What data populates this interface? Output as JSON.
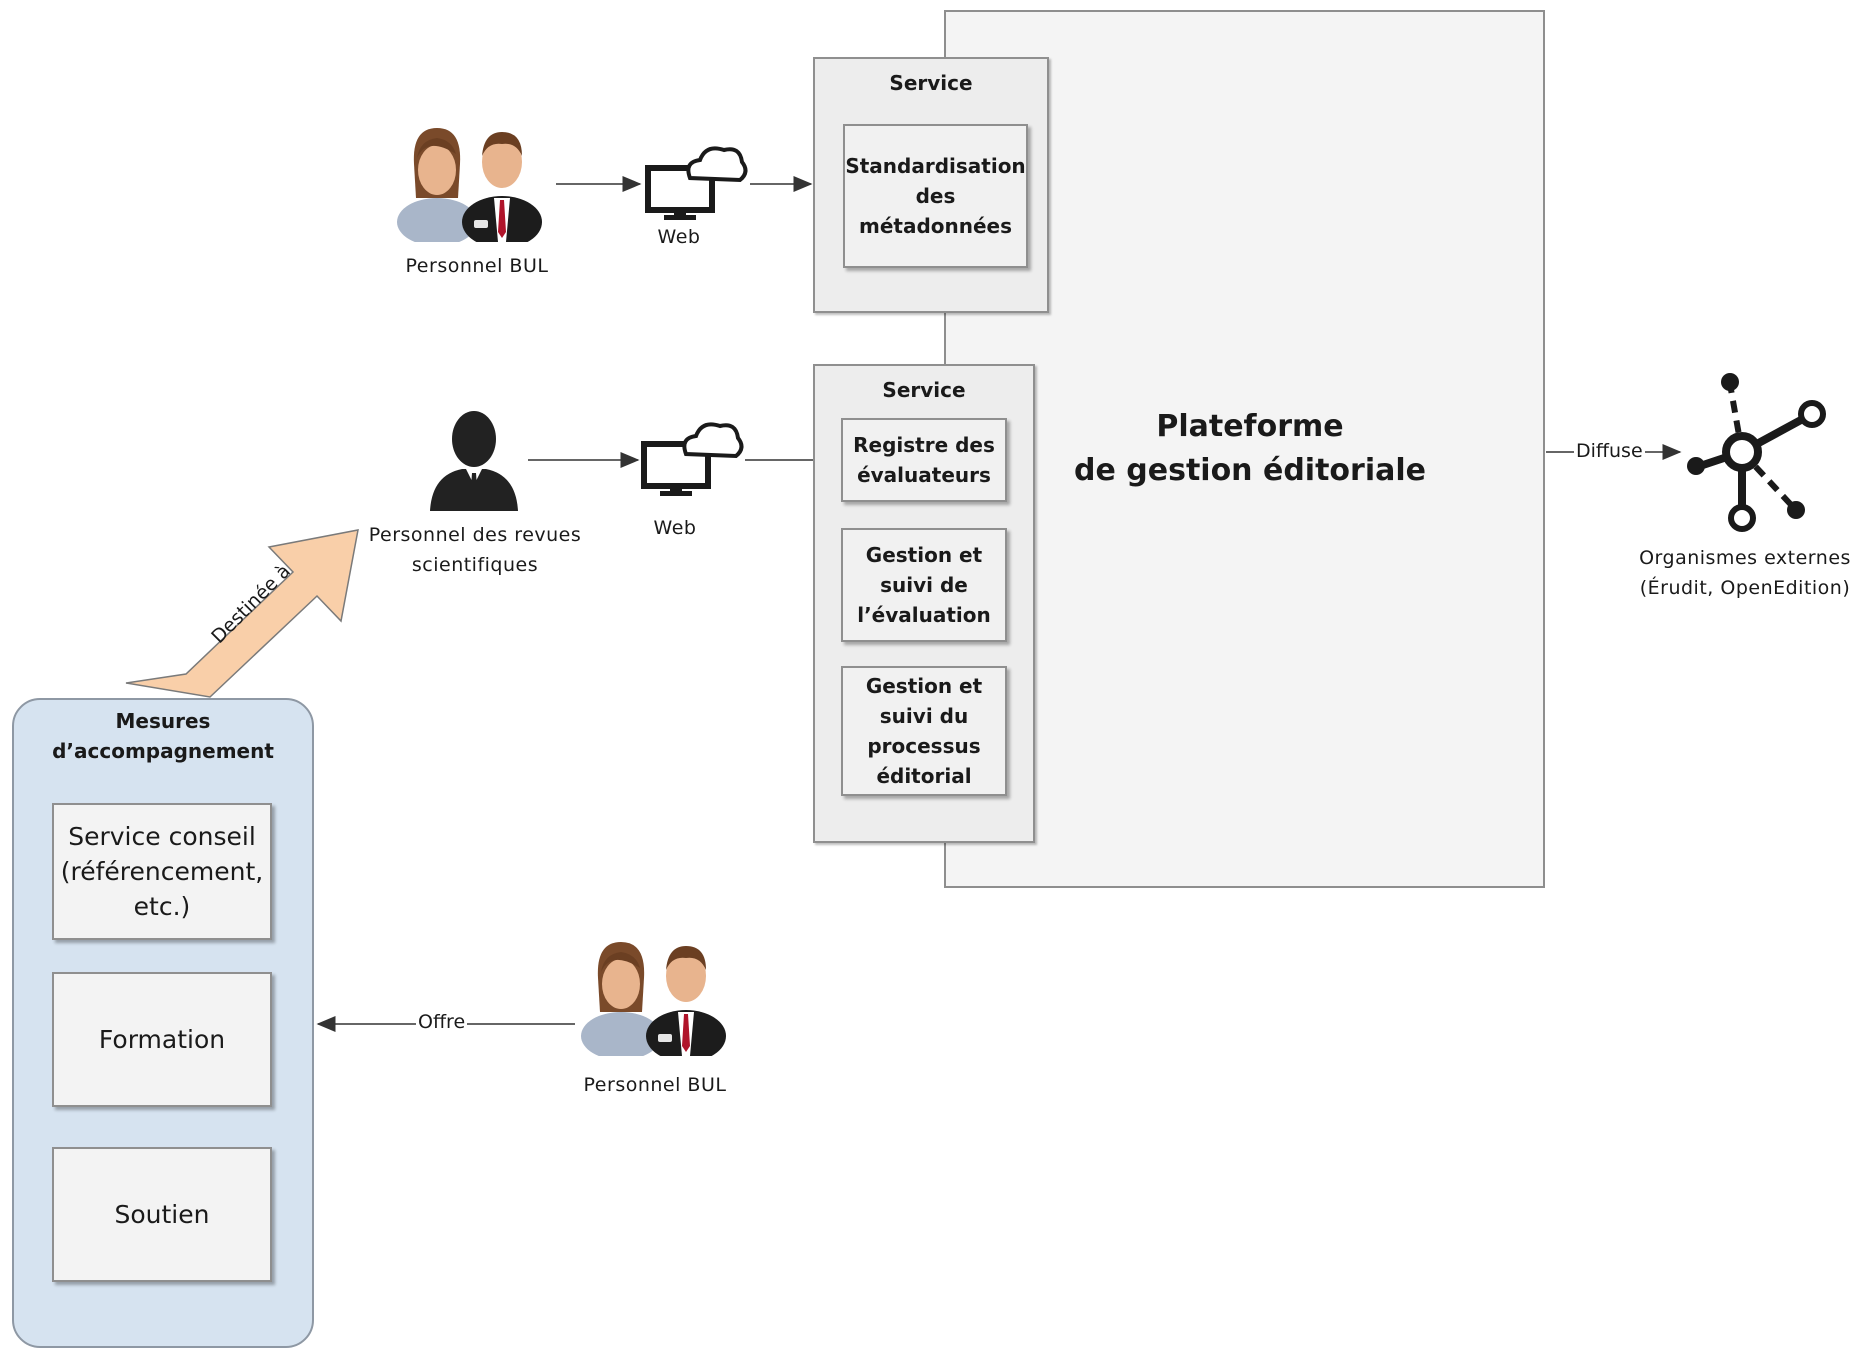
{
  "platform": {
    "title": "Plateforme\nde gestion éditoriale"
  },
  "service_top": {
    "title": "Service",
    "items": [
      "Standardisation\ndes\nmétadonnées"
    ]
  },
  "service_mid": {
    "title": "Service",
    "items": [
      "Registre des\névaluateurs",
      "Gestion et\nsuivi de\nl’évaluation",
      "Gestion et\nsuivi du\nprocessus\néditorial"
    ]
  },
  "actors": {
    "bul_top": "Personnel BUL",
    "revues": "Personnel des revues\nscientifiques",
    "bul_bottom": "Personnel BUL",
    "externes": "Organismes externes\n(Érudit, OpenEdition)"
  },
  "web": {
    "top": "Web",
    "mid": "Web"
  },
  "support": {
    "title": "Mesures\nd’accompagnement",
    "items": [
      "Service conseil\n(référencement,\netc.)",
      "Formation",
      "Soutien"
    ]
  },
  "edges": {
    "destinee": "Destinée à",
    "offre": "Offre",
    "diffuse": "Diffuse"
  },
  "colors": {
    "support_fill": "#d6e3f0",
    "arrow_fill": "#f9cfa9",
    "platform_fill": "#f4f4f4",
    "node_dark": "#1a1a1a"
  },
  "icons": [
    "user-pair-icon",
    "user-silhouette-icon",
    "web-cloud-icon",
    "network-hub-icon"
  ]
}
